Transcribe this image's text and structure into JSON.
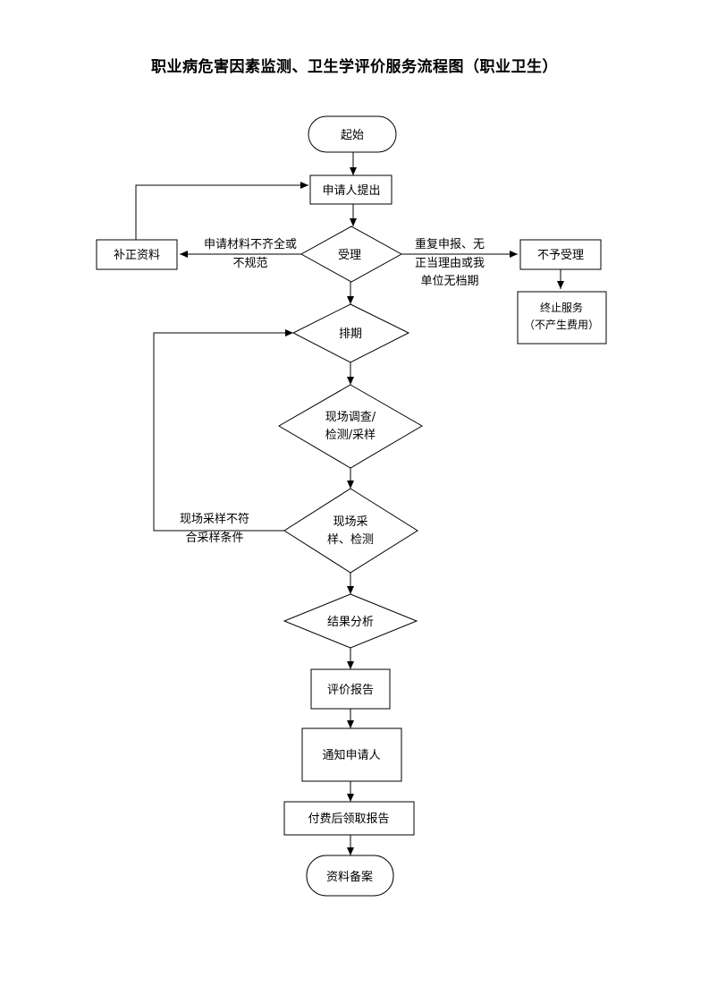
{
  "title": "职业病危害因素监测、卫生学评价服务流程图（职业卫生）",
  "nodes": {
    "start": "起始",
    "applicant_submit": "申请人提出",
    "accept": "受理",
    "supplement": "补正资料",
    "reject": "不予受理",
    "terminate_line1": "终止服务",
    "terminate_line2": "（不产生费用）",
    "schedule": "排期",
    "survey_line1": "现场调查/",
    "survey_line2": "检测/采样",
    "sampling_line1": "现场采",
    "sampling_line2": "样、检测",
    "analysis": "结果分析",
    "report": "评价报告",
    "notify": "通知申请人",
    "pay_collect": "付费后领取报告",
    "archive": "资料备案"
  },
  "edge_labels": {
    "incomplete_line1": "申请材料不齐全或",
    "incomplete_line2": "不规范",
    "duplicate_line1": "重复申报、无",
    "duplicate_line2": "正当理由或我",
    "duplicate_line3": "单位无档期",
    "sampling_fail_line1": "现场采样不符",
    "sampling_fail_line2": "合采样条件"
  }
}
